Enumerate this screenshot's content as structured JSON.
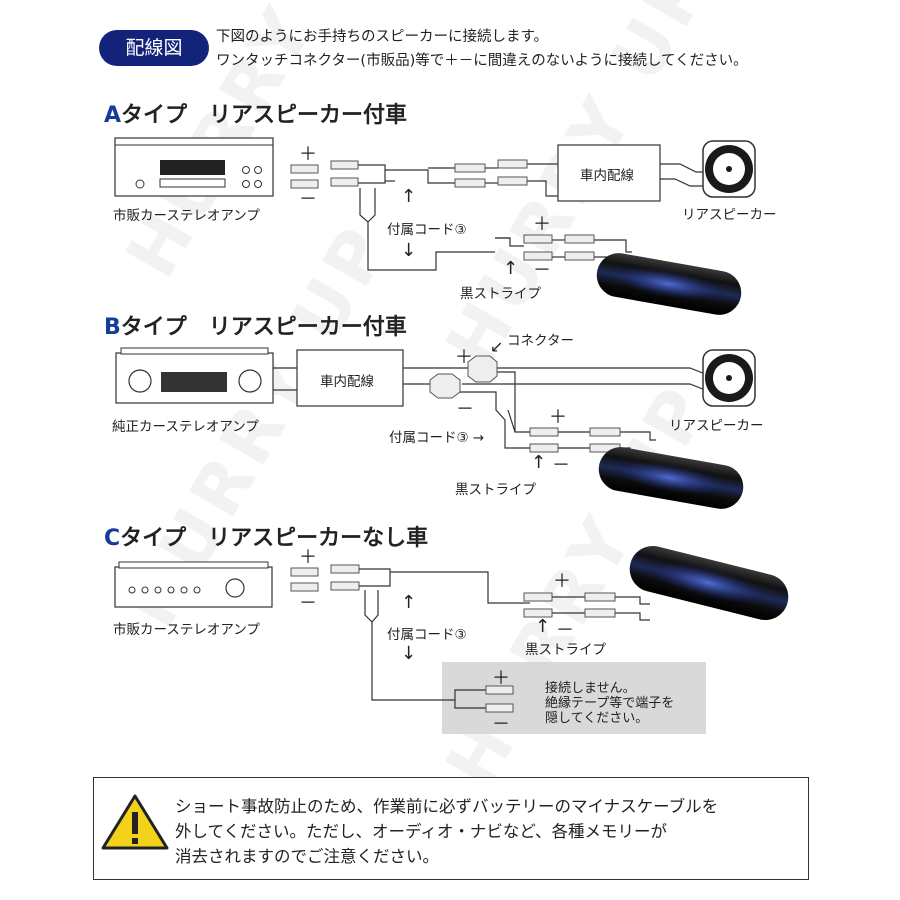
{
  "header": {
    "badge": "配線図",
    "line1": "下図のようにお手持ちのスピーカーに接続します。",
    "line2": "ワンタッチコネクター(市販品)等で＋－に間違えのないように接続してください。"
  },
  "type_a": {
    "letter": "A",
    "title": "タイプ　リアスピーカー付車",
    "amp_label": "市販カーステレオアンプ",
    "car_wiring": "車内配線",
    "speaker_label": "リアスピーカー",
    "cord_label": "付属コード③",
    "stripe_label": "黒ストライプ"
  },
  "type_b": {
    "letter": "B",
    "title": "タイプ　リアスピーカー付車",
    "amp_label": "純正カーステレオアンプ",
    "car_wiring": "車内配線",
    "connector_label": "コネクター",
    "speaker_label": "リアスピーカー",
    "cord_label": "付属コード③ →",
    "stripe_label": "黒ストライプ"
  },
  "type_c": {
    "letter": "C",
    "title": "タイプ　リアスピーカーなし車",
    "amp_label": "市販カーステレオアンプ",
    "cord_label": "付属コード③",
    "stripe_label": "黒ストライプ",
    "note_line1": "接続しません。",
    "note_line2": "絶縁テープ等で端子を",
    "note_line3": "隠してください。"
  },
  "symbols": {
    "plus": "＋",
    "minus": "－",
    "up_arrow": "↑",
    "down_arrow": "↓",
    "left_down_arrow": "↙"
  },
  "warning": {
    "icon": "warning-triangle-icon",
    "line1": "ショート事故防止のため、作業前に必ずバッテリーのマイナスケーブルを",
    "line2": "外してください。ただし、オーディオ・ナビなど、各種メモリーが",
    "line3": "消去されますのでご注意ください。"
  },
  "watermark": "HURRY UP",
  "colors": {
    "badge": "#14237a",
    "accent": "#163c99",
    "wire": "#333333",
    "note_bg": "#d9d9d9",
    "warning_yellow": "#f2d21b"
  }
}
